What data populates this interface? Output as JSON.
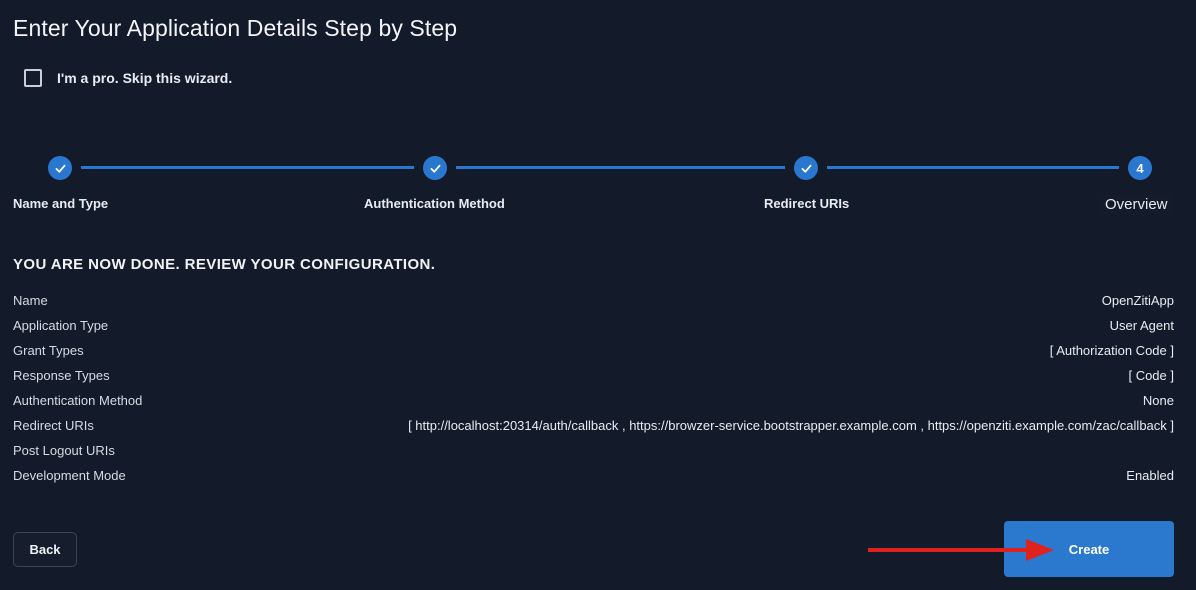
{
  "page": {
    "title": "Enter Your Application Details Step by Step",
    "skip_wizard_label": "I'm a pro. Skip this wizard.",
    "skip_wizard_checked": false
  },
  "stepper": {
    "steps": [
      {
        "label": "Name and Type",
        "status": "complete",
        "icon": "check-icon"
      },
      {
        "label": "Authentication Method",
        "status": "complete",
        "icon": "check-icon"
      },
      {
        "label": "Redirect URIs",
        "status": "complete",
        "icon": "check-icon"
      },
      {
        "label": "Overview",
        "status": "active",
        "number": "4"
      }
    ],
    "accent_color": "#2a77d0"
  },
  "review": {
    "heading": "YOU ARE NOW DONE. REVIEW YOUR CONFIGURATION.",
    "rows": [
      {
        "key": "Name",
        "value": "OpenZitiApp"
      },
      {
        "key": "Application Type",
        "value": "User Agent"
      },
      {
        "key": "Grant Types",
        "value": "[ Authorization Code ]"
      },
      {
        "key": "Response Types",
        "value": "[ Code ]"
      },
      {
        "key": "Authentication Method",
        "value": "None"
      },
      {
        "key": "Redirect URIs",
        "value": "[ http://localhost:20314/auth/callback , https://browzer-service.bootstrapper.example.com , https://openziti.example.com/zac/callback ]"
      },
      {
        "key": "Post Logout URIs",
        "value": ""
      },
      {
        "key": "Development Mode",
        "value": "Enabled"
      }
    ]
  },
  "actions": {
    "back_label": "Back",
    "create_label": "Create",
    "annotation_arrow_color": "#e0221f"
  }
}
